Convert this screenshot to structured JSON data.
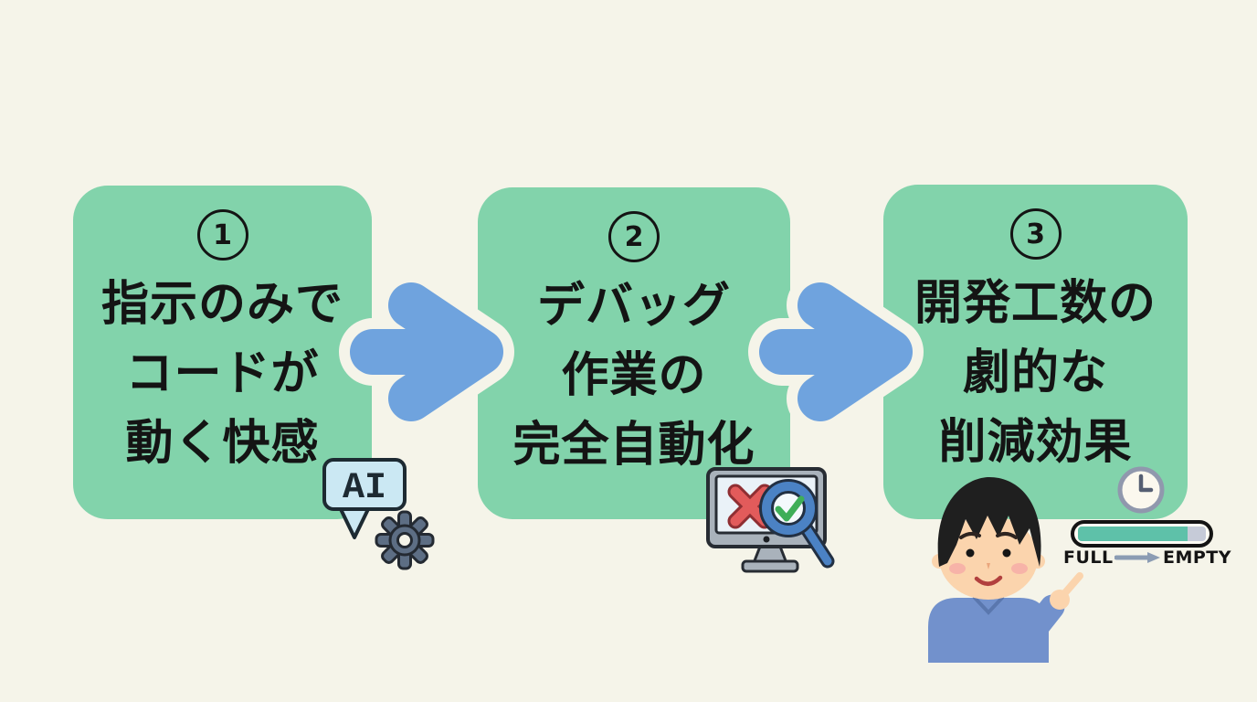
{
  "background_color": "#f5f4e9",
  "steps": [
    {
      "number": "1",
      "lines": [
        "指示のみで",
        "コードが",
        "動く快感"
      ]
    },
    {
      "number": "2",
      "lines": [
        "デバッグ",
        "作業の",
        "完全自動化"
      ]
    },
    {
      "number": "3",
      "lines": [
        "開発工数の",
        "劇的な",
        "削減効果"
      ]
    }
  ],
  "icons": {
    "ai_bubble_label": "AI"
  },
  "gauge": {
    "full_label": "FULL",
    "empty_label": "EMPTY",
    "fill_percent": 86
  },
  "colors": {
    "box_green": "#82d3ab",
    "arrow_blue": "#6fa3de",
    "text_dark": "#141414",
    "bubble_fill": "#cbe8f3",
    "gear_slate": "#5d6e84",
    "monitor_gray": "#a9b2bb",
    "error_red": "#e25b5b",
    "check_green": "#3fae58",
    "magnifier_blue": "#4b82c4",
    "gauge_fill_teal": "#5ec1a9",
    "gauge_rest_gray": "#c6cbd8",
    "sweater_blue": "#7291cc",
    "skin": "#fbd4ad"
  }
}
